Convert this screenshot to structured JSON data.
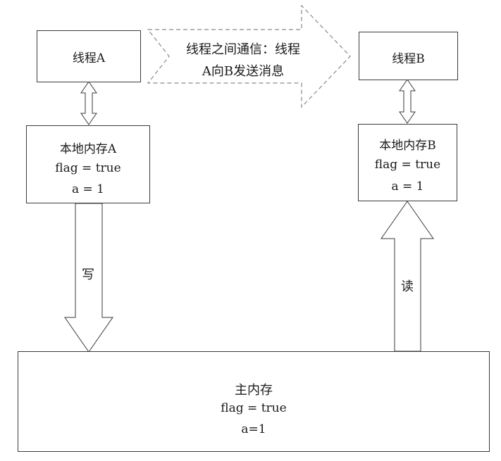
{
  "thread_a": {
    "label": "线程A"
  },
  "thread_b": {
    "label": "线程B"
  },
  "message": {
    "line1": "线程之间通信：线程",
    "line2": "A向B发送消息"
  },
  "local_mem_a": {
    "title": "本地内存A",
    "flag": "flag = true",
    "a": "a = 1"
  },
  "local_mem_b": {
    "title": "本地内存B",
    "flag": "flag = true",
    "a": "a = 1"
  },
  "write_label": "写",
  "read_label": "读",
  "main_mem": {
    "title": "主内存",
    "flag": "flag = true",
    "a": "a=1"
  }
}
